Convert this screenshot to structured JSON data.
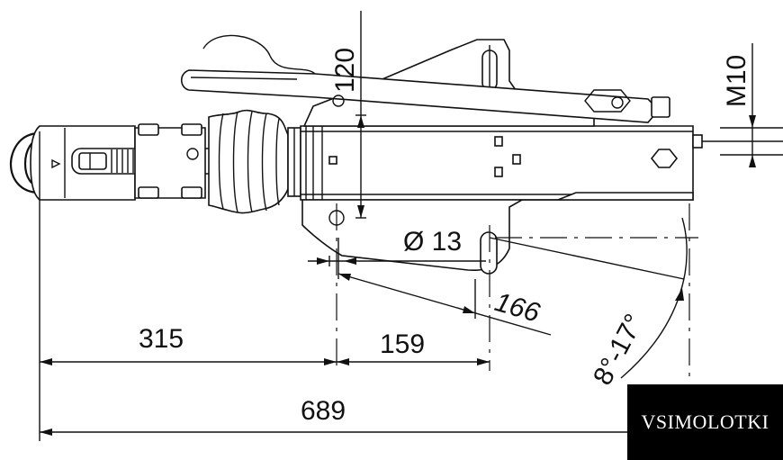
{
  "dimensions": {
    "height_120": "120",
    "thread_m10": "M10",
    "hole_dia": "Ø 13",
    "dist_166": "166",
    "dist_315": "315",
    "dist_159": "159",
    "total_689": "689",
    "angle_range": "8°-17°"
  },
  "watermark": {
    "text": "VSIMOLOTKI"
  }
}
